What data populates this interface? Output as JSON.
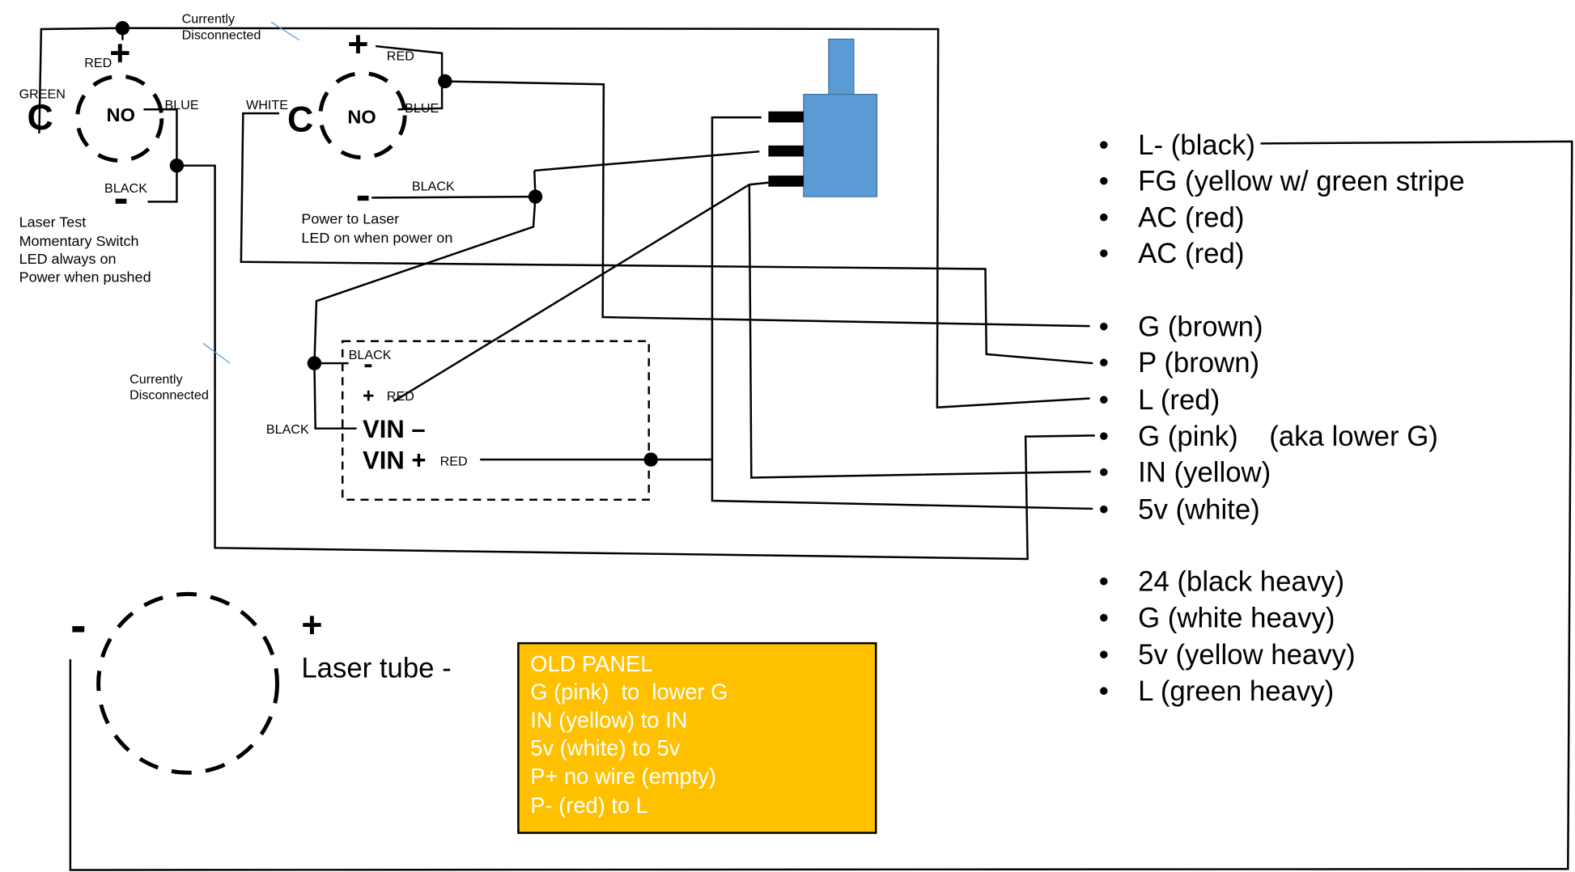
{
  "colors": {
    "wire": "#000000",
    "connector_body": "#5B9BD5",
    "connector_border": "#41719C",
    "old_panel_bg": "#FFC000",
    "old_panel_text": "#FFFFFF",
    "disconnect_mark": "#5B9BD5"
  },
  "top_disconnect_note": [
    "Currently",
    "Disconnected"
  ],
  "left_disconnect_note": [
    "Currently",
    "Disconnected"
  ],
  "test_switch": {
    "common_symbol": "C",
    "common_wire": "GREEN",
    "contact_label": "NO",
    "plus_symbol": "+",
    "plus_wire": "RED",
    "no_wire": "BLUE",
    "minus_symbol": "-",
    "minus_wire": "BLACK",
    "description": [
      "Laser Test",
      "Momentary Switch",
      "LED always on",
      "Power when pushed"
    ]
  },
  "power_switch": {
    "common_symbol": "C",
    "common_wire": "WHITE",
    "contact_label": "NO",
    "plus_symbol": "+",
    "plus_wire": "RED",
    "no_wire": "BLUE",
    "minus_symbol": "-",
    "minus_wire": "BLACK",
    "description": [
      "Power to Laser",
      "LED on when power on"
    ]
  },
  "converter_module": {
    "out_minus_symbol": "-",
    "out_minus_wire": "BLACK",
    "out_plus_symbol": "+",
    "out_plus_wire": "RED",
    "vin_minus": "VIN –",
    "vin_minus_wire": "BLACK",
    "vin_plus": "VIN +",
    "vin_plus_wire": "RED"
  },
  "laser_tube": {
    "minus_symbol": "-",
    "plus_symbol": "+",
    "label": "Laser tube -"
  },
  "old_panel": {
    "lines": [
      "OLD PANEL",
      "G (pink)  to  lower G",
      "IN (yellow) to IN",
      "5v (white) to 5v",
      "P+ no wire (empty)",
      "P- (red) to L"
    ]
  },
  "psu_terminals": {
    "group_ac": [
      "L- (black)",
      "FG (yellow w/ green stripe",
      "AC (red)",
      "AC (red)"
    ],
    "group_signal": [
      "G (brown)",
      "P (brown)",
      "L (red)",
      "G (pink)    (aka lower G)",
      "IN (yellow)",
      "5v (white)"
    ],
    "group_heavy": [
      "24 (black heavy)",
      "G (white heavy)",
      "5v (yellow heavy)",
      "L (green heavy)"
    ],
    "bullet": "•"
  }
}
